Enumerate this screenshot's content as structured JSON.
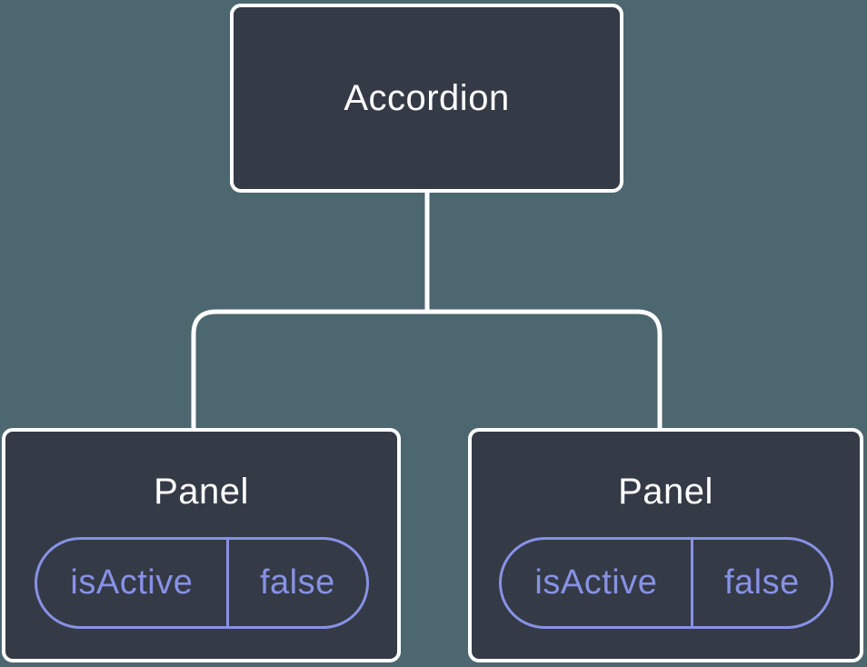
{
  "diagram": {
    "root": {
      "label": "Accordion"
    },
    "children": [
      {
        "label": "Panel",
        "state": {
          "key": "isActive",
          "value": "false"
        }
      },
      {
        "label": "Panel",
        "state": {
          "key": "isActive",
          "value": "false"
        }
      }
    ]
  },
  "colors": {
    "background": "#4D6770",
    "node_fill": "#343A46",
    "node_border": "#FFFFFF",
    "connector": "#FFFFFF",
    "label_text": "#FFFFFF",
    "state_accent": "#8791E5"
  }
}
